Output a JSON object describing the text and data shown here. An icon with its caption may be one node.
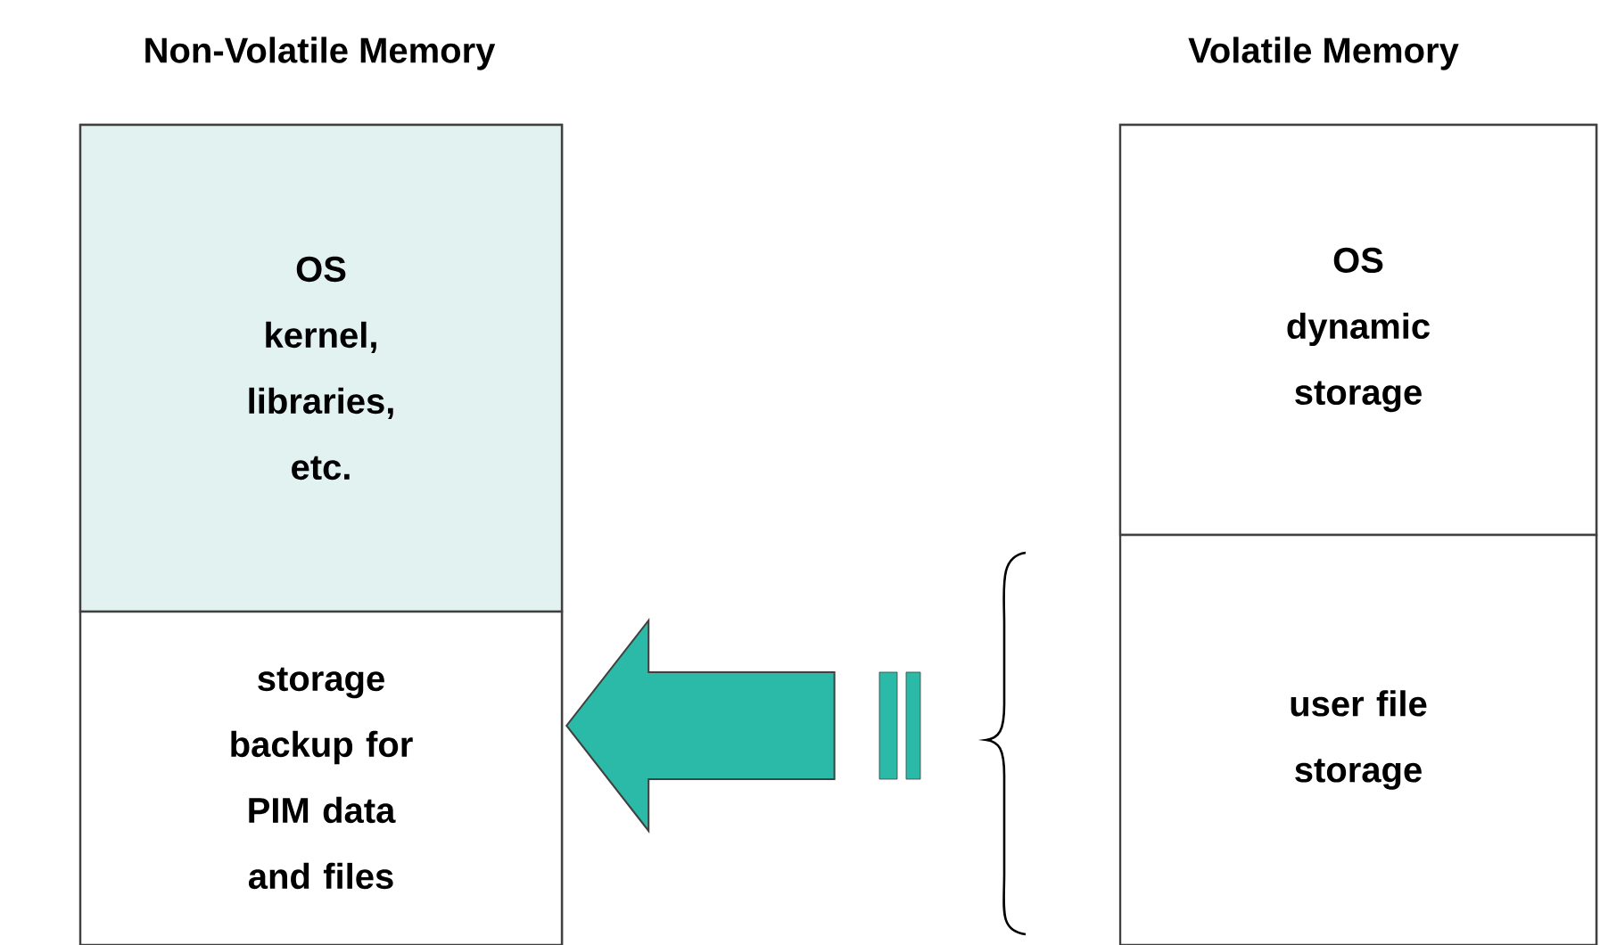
{
  "diagram": {
    "nodes": [
      {
        "text": [
          "Non-Volatile Memory"
        ]
      },
      {
        "text": [
          "OS kernel, libraries, etc."
        ],
        "in": 0
      },
      {
        "text": [
          "storage backup for PIM data and files"
        ],
        "in": 0
      },
      {
        "text": [],
        "shape": "brace"
      },
      {
        "text": [
          "Volatile Memory"
        ]
      },
      {
        "text": [
          "OS dynamic storage"
        ],
        "in": 4
      },
      {
        "text": [
          "user file storage"
        ],
        "in": 4
      }
    ],
    "edges": [
      {
        "from": 3,
        "to": 2,
        "arrow": "to",
        "style": "thick",
        "color": "#2bbaa8"
      }
    ]
  }
}
